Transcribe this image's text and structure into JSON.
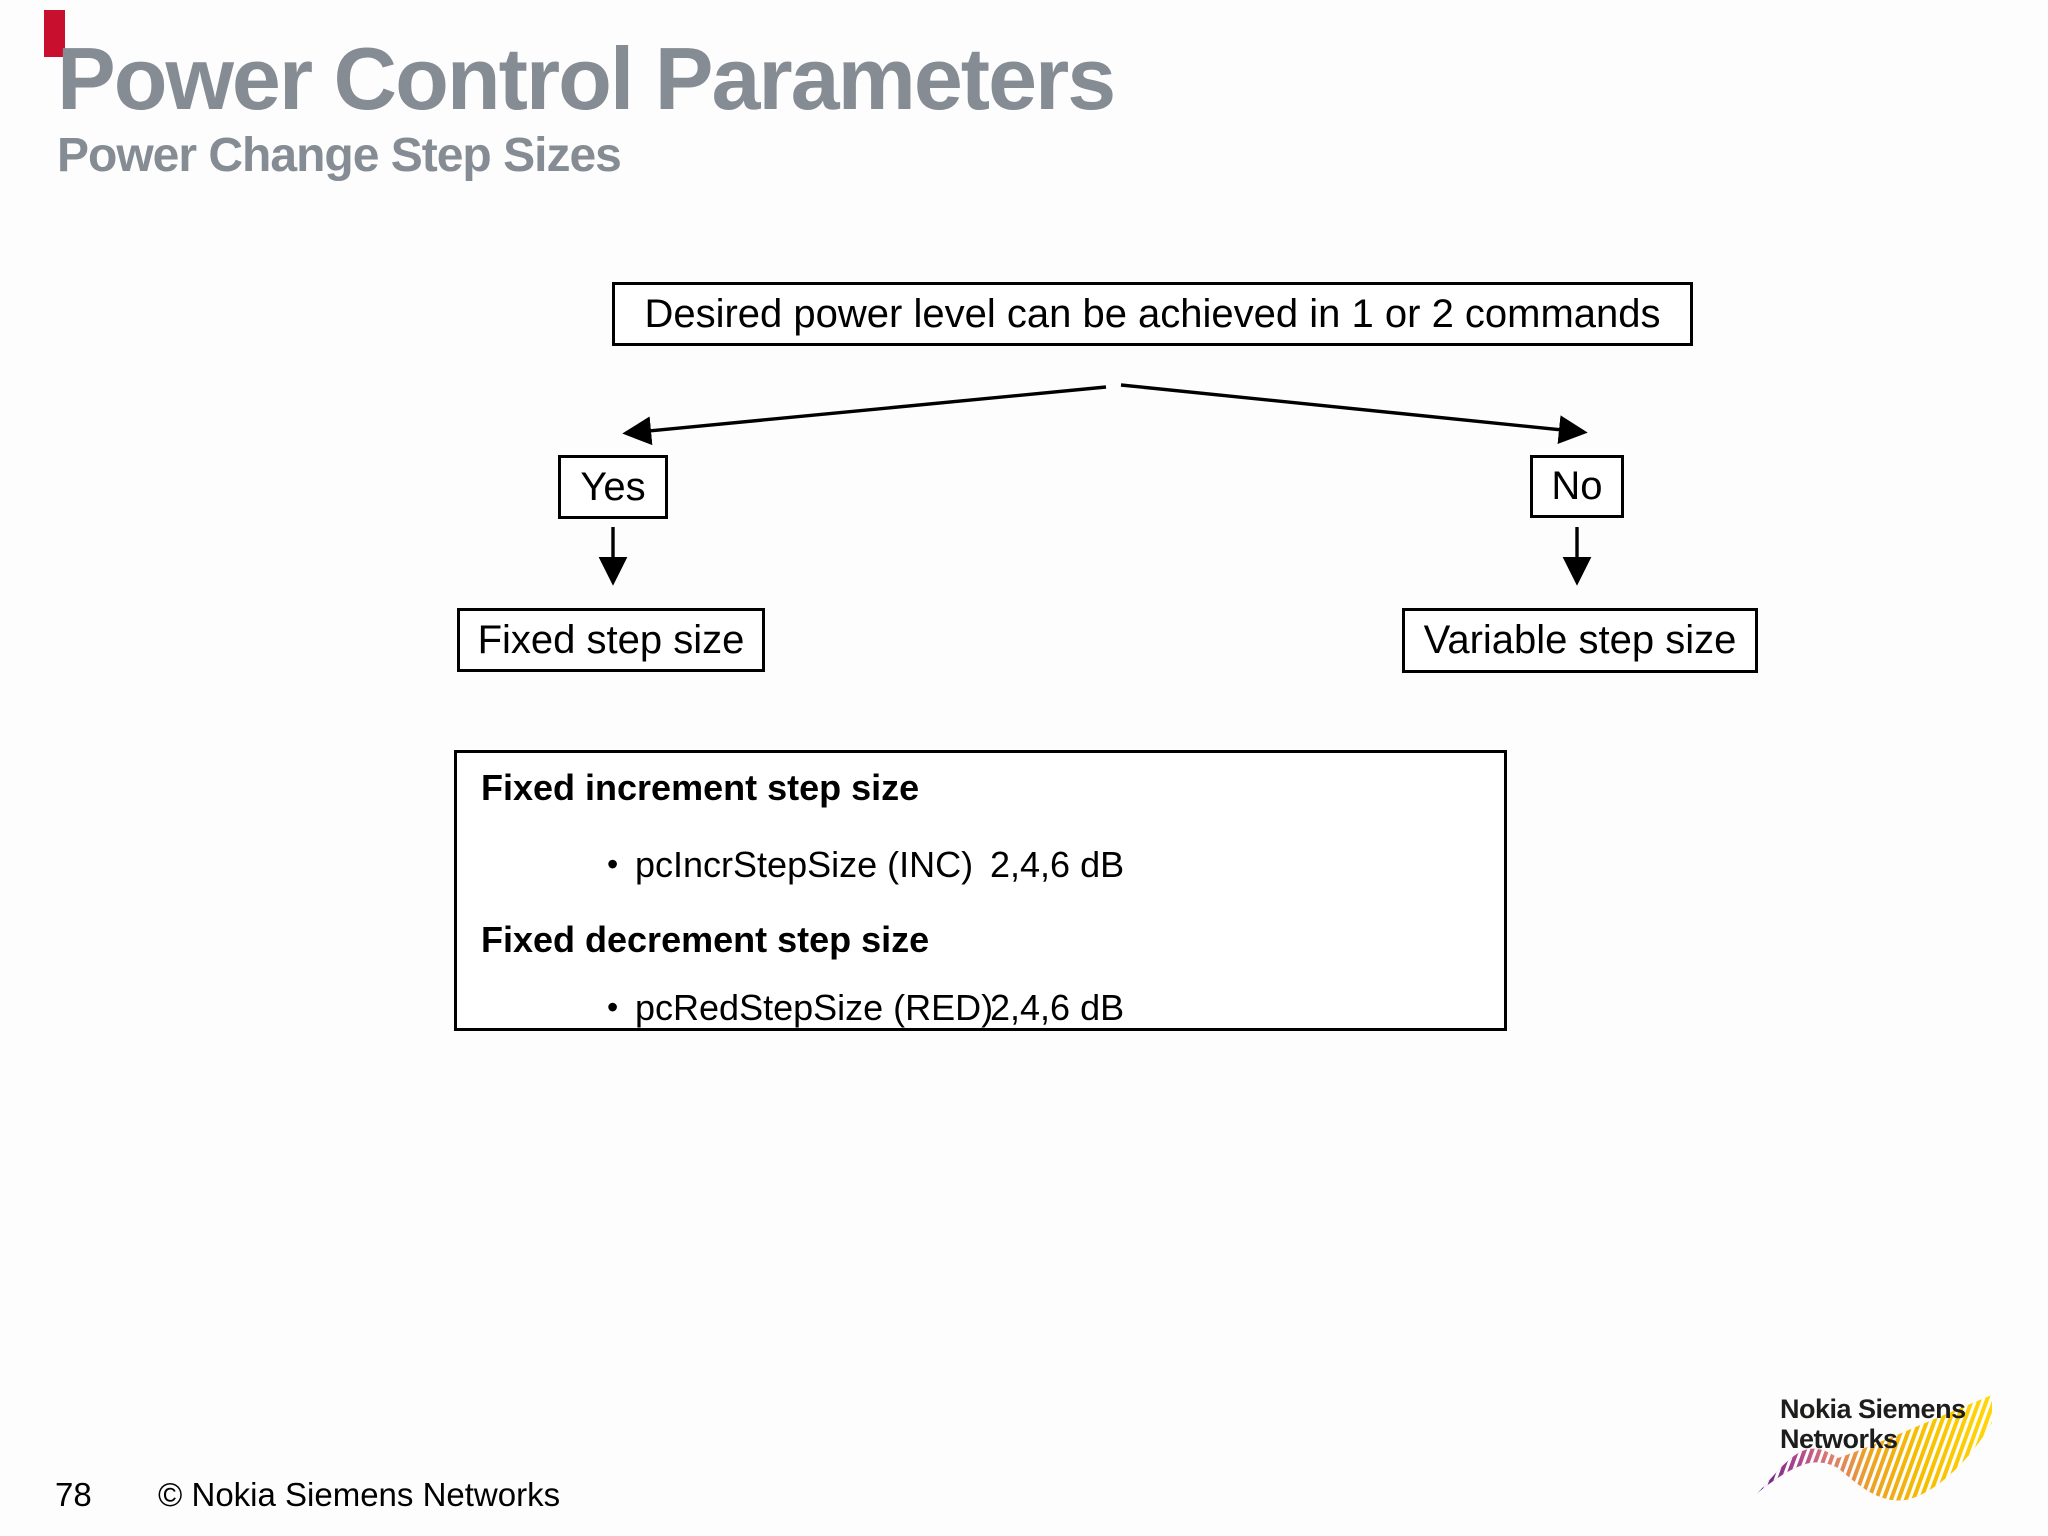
{
  "slide": {
    "title": "Power Control Parameters",
    "subtitle": "Power Change Step Sizes",
    "page_number": "78",
    "copyright": "© Nokia Siemens Networks"
  },
  "flowchart": {
    "root": "Desired power level can be achieved in 1 or 2 commands",
    "yes_label": "Yes",
    "no_label": "No",
    "yes_result": "Fixed step size",
    "no_result": "Variable step size"
  },
  "details": {
    "bullet_glyph": "•",
    "sections": [
      {
        "heading": "Fixed increment step size",
        "param": "pcIncrStepSize (INC)",
        "value": "2,4,6 dB"
      },
      {
        "heading": "Fixed decrement step size",
        "param": "pcRedStepSize (RED)",
        "value": "2,4,6 dB"
      }
    ]
  },
  "logo": {
    "line1": "Nokia Siemens",
    "line2": "Networks"
  },
  "colors": {
    "accent_red": "#c8102e",
    "title_gray": "#858c93",
    "line_black": "#000000",
    "swoosh_gradient": [
      "#5e1d86",
      "#b0478f",
      "#dc7b72",
      "#eda224",
      "#f6bd00",
      "#ffd60a"
    ]
  }
}
